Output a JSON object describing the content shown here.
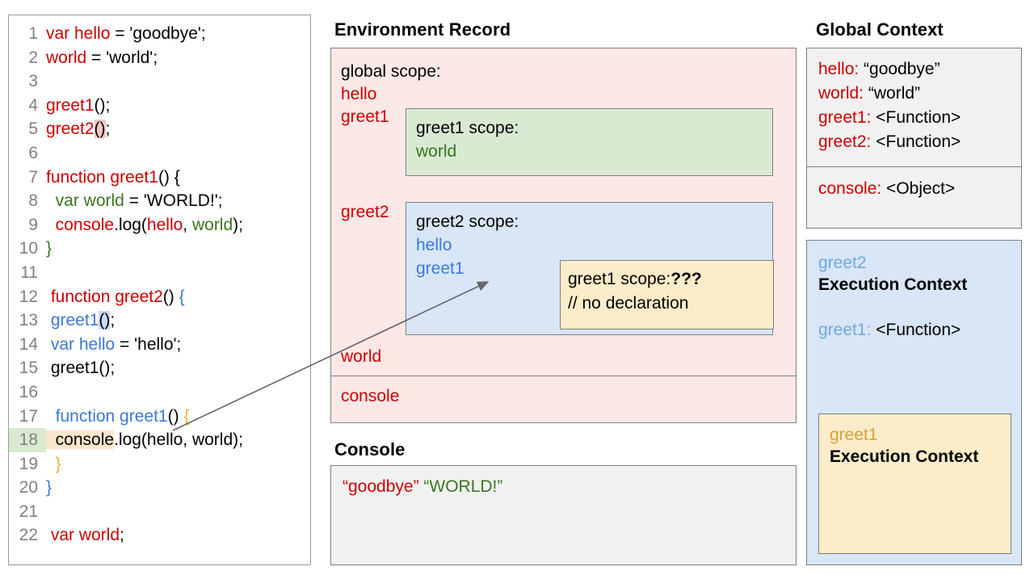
{
  "code_panel": {
    "lines": [
      {
        "n": "1",
        "tokens": [
          {
            "t": "var hello",
            "c": "t-red"
          },
          {
            "t": " = 'goodbye';",
            "c": "t-black"
          }
        ]
      },
      {
        "n": "2",
        "tokens": [
          {
            "t": "world",
            "c": "t-red"
          },
          {
            "t": " = 'world';",
            "c": "t-black"
          }
        ]
      },
      {
        "n": "3",
        "tokens": []
      },
      {
        "n": "4",
        "tokens": [
          {
            "t": "greet1",
            "c": "t-red"
          },
          {
            "t": "();",
            "c": "t-black"
          }
        ]
      },
      {
        "n": "5",
        "tokens": [
          {
            "t": "greet2",
            "c": "t-red"
          },
          {
            "t": "()",
            "c": "t-black hl-pink"
          },
          {
            "t": ";",
            "c": "t-black"
          }
        ]
      },
      {
        "n": "6",
        "tokens": []
      },
      {
        "n": "7",
        "tokens": [
          {
            "t": "function greet1",
            "c": "t-red"
          },
          {
            "t": "() {",
            "c": "t-black"
          }
        ]
      },
      {
        "n": "8",
        "tokens": [
          {
            "t": "  var world",
            "c": "t-green"
          },
          {
            "t": " = 'WORLD!';",
            "c": "t-black"
          }
        ]
      },
      {
        "n": "9",
        "tokens": [
          {
            "t": "  console",
            "c": "t-red"
          },
          {
            "t": ".log(",
            "c": "t-black"
          },
          {
            "t": "hello",
            "c": "t-red"
          },
          {
            "t": ", ",
            "c": "t-black"
          },
          {
            "t": "world",
            "c": "t-green"
          },
          {
            "t": ");",
            "c": "t-black"
          }
        ]
      },
      {
        "n": "10",
        "tokens": [
          {
            "t": "}",
            "c": "t-green"
          }
        ]
      },
      {
        "n": "11",
        "tokens": []
      },
      {
        "n": "12",
        "tokens": [
          {
            "t": " function greet2",
            "c": "t-red"
          },
          {
            "t": "() ",
            "c": "t-black"
          },
          {
            "t": "{",
            "c": "t-blue"
          }
        ]
      },
      {
        "n": "13",
        "tokens": [
          {
            "t": " greet1",
            "c": "t-blue"
          },
          {
            "t": "()",
            "c": "t-black hl-blue"
          },
          {
            "t": ";",
            "c": "t-black"
          }
        ]
      },
      {
        "n": "14",
        "tokens": [
          {
            "t": " var hello",
            "c": "t-blue"
          },
          {
            "t": " = 'hello';",
            "c": "t-black"
          }
        ]
      },
      {
        "n": "15",
        "tokens": [
          {
            "t": " greet1();",
            "c": "t-black"
          }
        ]
      },
      {
        "n": "16",
        "tokens": []
      },
      {
        "n": "17",
        "tokens": [
          {
            "t": "  function greet1",
            "c": "t-blue"
          },
          {
            "t": "() ",
            "c": "t-black"
          },
          {
            "t": "{",
            "c": "t-gold"
          }
        ]
      },
      {
        "n": "18",
        "tokens": [
          {
            "t": "  console",
            "c": "t-black hl-cream"
          },
          {
            "t": ".log(hello, world);",
            "c": "t-black"
          }
        ],
        "ln_highlight": "green"
      },
      {
        "n": "19",
        "tokens": [
          {
            "t": "  }",
            "c": "t-gold"
          }
        ]
      },
      {
        "n": "20",
        "tokens": [
          {
            "t": "}",
            "c": "t-blue"
          }
        ]
      },
      {
        "n": "21",
        "tokens": []
      },
      {
        "n": "22",
        "tokens": [
          {
            "t": " var world",
            "c": "t-red"
          },
          {
            "t": ";",
            "c": "t-black"
          }
        ]
      }
    ]
  },
  "environment_record": {
    "title": "Environment Record",
    "global_scope_label": "global scope:",
    "hello": "hello",
    "greet1": "greet1",
    "greet2": "greet2",
    "world": "world",
    "console": "console",
    "greet1_scope": {
      "title": "greet1 scope:",
      "vars": "world"
    },
    "greet2_scope": {
      "title": "greet2 scope:",
      "var1": "hello",
      "var2": "greet1",
      "inner": {
        "title": "greet1 scope:",
        "unknown": "???",
        "comment": "// no declaration"
      }
    }
  },
  "console_panel": {
    "title": "Console",
    "output": [
      {
        "text": "“goodbye”",
        "color": "#cc0000"
      },
      {
        "text": "“WORLD!”",
        "color": "#38761d"
      }
    ]
  },
  "global_context": {
    "title": "Global Context",
    "bindings": [
      {
        "key": "hello:",
        "value": " “goodbye”"
      },
      {
        "key": "world:",
        "value": " “world”"
      },
      {
        "key": "greet1:",
        "value": " <Function>"
      },
      {
        "key": "greet2:",
        "value": " <Function>"
      }
    ],
    "object_binding": {
      "key": "console:",
      "value": " <Object>"
    }
  },
  "execution_contexts": {
    "greet2": {
      "name": "greet2",
      "subtitle": "Execution Context",
      "binding_key": "greet1:",
      "binding_value": " <Function>"
    },
    "greet1": {
      "name": "greet1",
      "subtitle": "Execution Context"
    }
  },
  "colors": {
    "red": "#cc0000",
    "green": "#38761d",
    "blue": "#3c78d8",
    "gold": "#d6a434",
    "pink_panel": "#fce8e6",
    "green_panel": "#d9ead3",
    "blue_panel": "#d8e6f8",
    "yellow_panel": "#fcecc9",
    "gray_panel": "#f1f1f1",
    "border": "#7f7f7f"
  }
}
